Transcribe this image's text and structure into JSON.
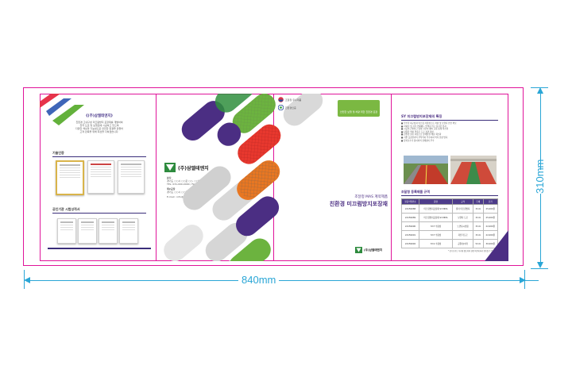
{
  "dimensions": {
    "width_label": "840mm",
    "height_label": "310mm",
    "line_color": "#2aa6d6"
  },
  "panel1": {
    "company_title": "《(주)삼엘테엔지》",
    "intro_lines": [
      "친환경 고내구성 미끄럼방지 포장재를 개발하여",
      "전국 도로 및 보행로에 시공하고 있으며",
      "다양한 색상과 기능성으로 안전한 환경을 만들어",
      "고객 만족을 위해 최선을 다하겠습니다."
    ],
    "cert_heading": "기술인증",
    "report_heading": "공인기관 시험성적서"
  },
  "panel2": {
    "logo_text": "(주)삼엘테엔지",
    "address_label": "본사",
    "address_lines": [
      "경기도 ○○시 ○○로 ○○, ○○빌딩 ○층",
      "TEL. 031-000-0000 / FAX. 031-000-0000"
    ],
    "factory_label": "제2공장",
    "factory_lines": [
      "경기도 ○○시 ○○읍 ○○리 000-0"
    ],
    "email": "E-mail : info@samel.com"
  },
  "panel3": {
    "badge1": "조달청 우수제품",
    "badge2": "친환경인증",
    "green_tag": "안전한 보행 및 차량 위한 친환경 포장",
    "subtitle": "조달청 MAS 계약제품",
    "title": "친환경 미끄럼방지포장재",
    "logo_text": "(주)삼엘테엔지"
  },
  "panel4": {
    "features_title": "SY 미끄럼방지포장재의 특징",
    "features": [
      "■ 우수한 내구성과 미끄럼 저항성으로 차량 및 보행자 안전 확보",
      "■ 자외선 및 기후 변화에도 변색이 적고 장기간 유지",
      "■ 시공이 간편하고 양생 시간이 짧아 교통 통제 최소화",
      "■ 다양한 색상 연출로 도로 경관 개선",
      "■ 친환경 원료 사용으로 유해물질 배출 최소화",
      "■ 기존 포장면과의 부착력이 우수하여 박리 현상 방지",
      "■ 유지보수가 용이하며 경제성이 우수"
    ],
    "table_title": "조달청 등록제품 규격",
    "table_headers": [
      "물품식별번호",
      "품명",
      "규격",
      "두께",
      "단가"
    ],
    "table_rows": [
      [
        "24159988",
        "미끄럼방지포장재 SY-MMA",
        "컬러 미끄럼방지",
        "3mm",
        "25,000원"
      ],
      [
        "24159989",
        "미끄럼방지포장재 SY-MMA",
        "보행자 도로",
        "3mm",
        "25,000원"
      ],
      [
        "24159990",
        "SY-T 수용성",
        "노면표시겸용",
        "3mm",
        "22,000원"
      ],
      [
        "24159991",
        "SY-T 수용성",
        "자전거도로",
        "3mm",
        "22,000원"
      ],
      [
        "24159992",
        "SY-S 수용성",
        "공원/놀이터",
        "5mm",
        "30,000원"
      ]
    ],
    "footnote": "* 상기 단가는 부가세 별도이며 현장 여건에 따라 변동될 수 있습니다."
  }
}
